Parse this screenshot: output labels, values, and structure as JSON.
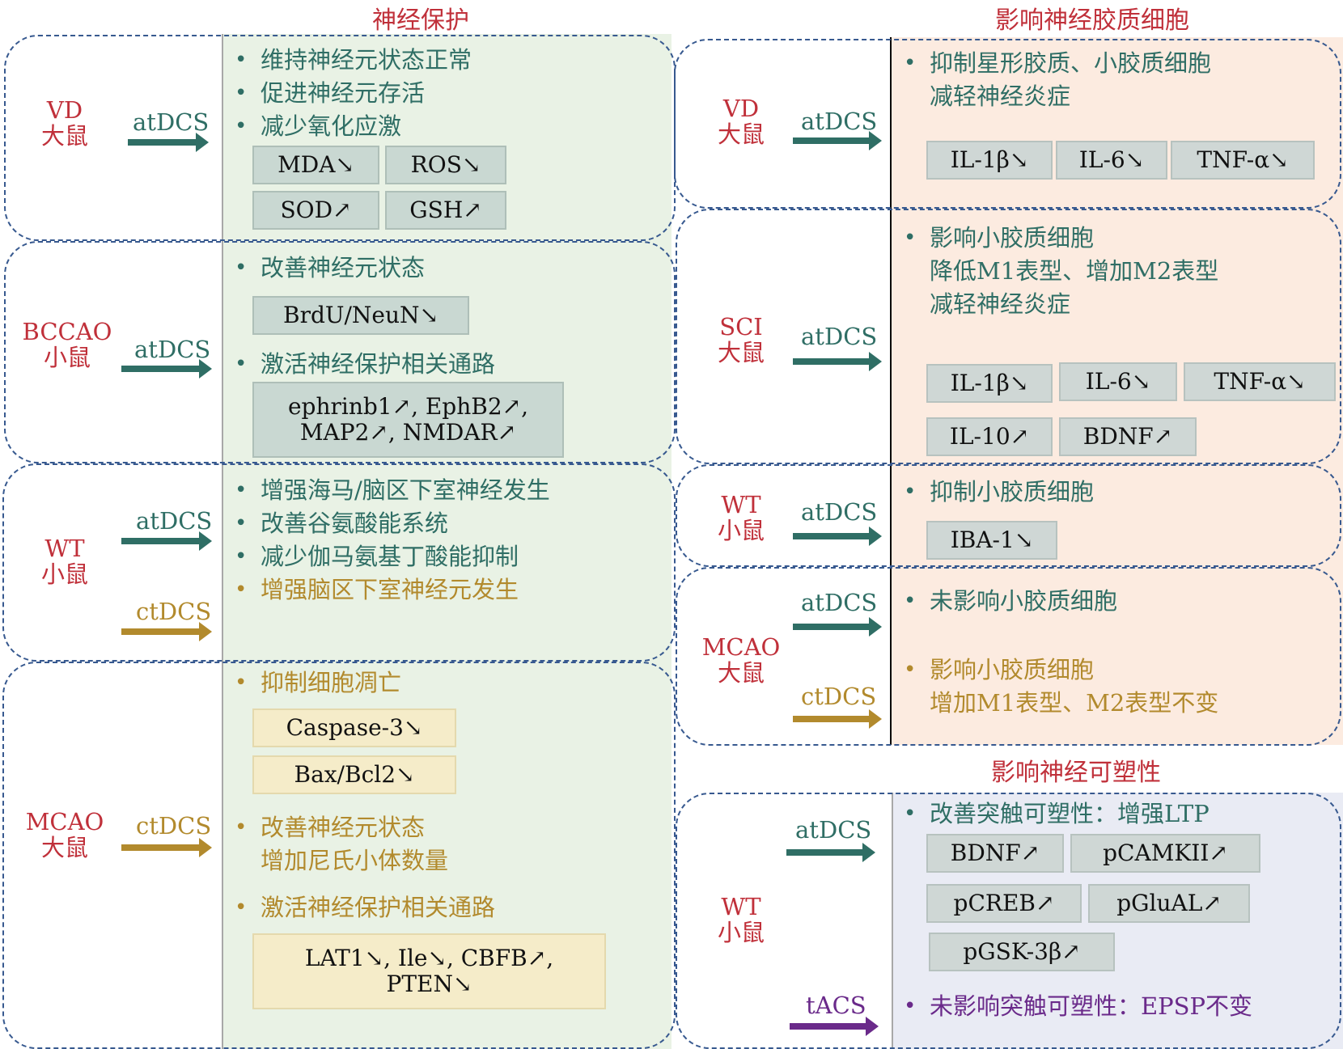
{
  "headers": {
    "neuroprotection": "神经保护",
    "glia": "影响神经胶质细胞",
    "plasticity": "影响神经可塑性"
  },
  "colors": {
    "species": "#c0303a",
    "atdcs": "#2f6e65",
    "ctdcs": "#b28a2d",
    "tacs": "#6a2a8a",
    "green_panel": "#e9f2e5",
    "peach_panel": "#fcebe0",
    "blue_panel": "#e9ebf4",
    "dash": "#37598f"
  },
  "left": {
    "vd": {
      "species": [
        "VD",
        "大鼠"
      ],
      "stim": "atDCS",
      "bullets": [
        "维持神经元状态正常",
        "促进神经元存活",
        "减少氧化应激"
      ],
      "boxes": [
        "MDA↘",
        "ROS↘",
        "SOD↗",
        "GSH↗"
      ]
    },
    "bccao": {
      "species": [
        "BCCAO",
        "小鼠"
      ],
      "stim": "atDCS",
      "bullet1": "改善神经元状态",
      "box1": "BrdU/NeuN↘",
      "bullet2": "激活神经保护相关通路",
      "box2": [
        "ephrinb1↗, EphB2↗,",
        "MAP2↗, NMDAR↗"
      ]
    },
    "wt": {
      "species": [
        "WT",
        "小鼠"
      ],
      "stim1": "atDCS",
      "stim2": "ctDCS",
      "bullets": [
        "增强海马/脑区下室神经发生",
        "改善谷氨酸能系统",
        "减少伽马氨基丁酸能抑制"
      ],
      "bullet_ct": "增强脑区下室神经元发生"
    },
    "mcao": {
      "species": [
        "MCAO",
        "大鼠"
      ],
      "stim": "ctDCS",
      "bullet1": "抑制细胞凋亡",
      "boxes1": [
        "Caspase-3↘",
        "Bax/Bcl2↘"
      ],
      "bullet2": [
        "改善神经元状态",
        "增加尼氏小体数量"
      ],
      "bullet3": "激活神经保护相关通路",
      "box3": [
        "LAT1↘, Ile↘, CBFB↗,",
        "PTEN↘"
      ]
    }
  },
  "right": {
    "vd": {
      "species": [
        "VD",
        "大鼠"
      ],
      "stim": "atDCS",
      "bullet": [
        "抑制星形胶质、小胶质细胞",
        "减轻神经炎症"
      ],
      "boxes": [
        "IL-1β↘",
        "IL-6↘",
        "TNF-α↘"
      ]
    },
    "sci": {
      "species": [
        "SCI",
        "大鼠"
      ],
      "stim": "atDCS",
      "bullet": [
        "影响小胶质细胞",
        "降低M1表型、增加M2表型",
        "减轻神经炎症"
      ],
      "boxes": [
        "IL-1β↘",
        "IL-6↘",
        "TNF-α↘",
        "IL-10↗",
        "BDNF↗"
      ]
    },
    "wt": {
      "species": [
        "WT",
        "小鼠"
      ],
      "stim": "atDCS",
      "bullet": "抑制小胶质细胞",
      "box": "IBA-1↘"
    },
    "mcao": {
      "species": [
        "MCAO",
        "大鼠"
      ],
      "stim1": "atDCS",
      "stim2": "ctDCS",
      "bullet1": "未影响小胶质细胞",
      "bullet2": [
        "影响小胶质细胞",
        "增加M1表型、M2表型不变"
      ]
    },
    "plast": {
      "species": [
        "WT",
        "小鼠"
      ],
      "stim1": "atDCS",
      "stim2": "tACS",
      "bullet1": "改善突触可塑性：增强LTP",
      "boxes": [
        "BDNF↗",
        "pCAMKII↗",
        "pCREB↗",
        "pGluAL↗",
        "pGSK-3β↗"
      ],
      "bullet2": "未影响突触可塑性：EPSP不变"
    }
  }
}
